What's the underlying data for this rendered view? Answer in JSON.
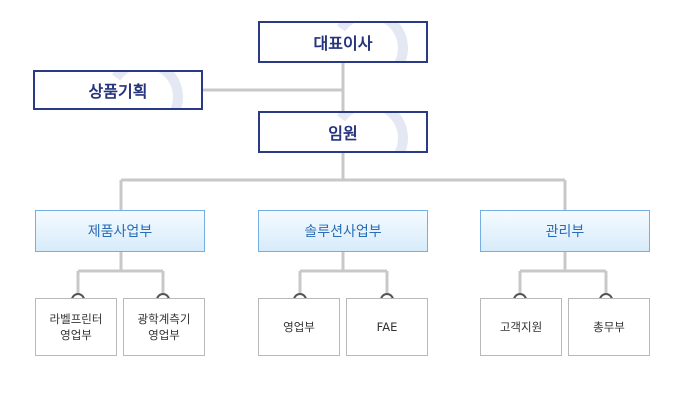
{
  "ceo": "대표이사",
  "planning": "상품기획",
  "executive": "임원",
  "divisions": [
    "제품사업부",
    "솔루션사업부",
    "관리부"
  ],
  "teams": {
    "product": [
      [
        "라벨프린터",
        "영업부"
      ],
      [
        "광학계측기",
        "영업부"
      ]
    ],
    "solution": [
      [
        "영업부"
      ],
      [
        "FAE"
      ]
    ],
    "admin": [
      [
        "고객지원"
      ],
      [
        "총무부"
      ]
    ]
  },
  "colors": {
    "navy": "#2b3a86",
    "division_border": "#74aee2",
    "division_text": "#2a6cb6",
    "connector": "#c8c8c8"
  }
}
